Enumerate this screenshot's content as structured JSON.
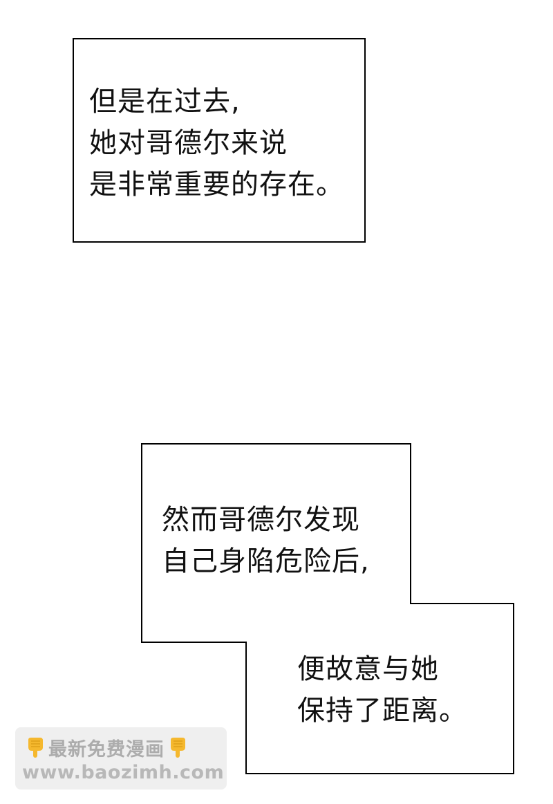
{
  "caption_1": {
    "line_1": "但是在过去,",
    "line_2": "她对哥德尔来说",
    "line_3": "是非常重要的存在。"
  },
  "caption_2": {
    "line_1": "然而哥德尔发现",
    "line_2": "自己身陷危险后,",
    "line_3": "便故意与她",
    "line_4": "保持了距离。"
  },
  "watermark": {
    "title": "最新免费漫画",
    "url": "www.baozimh.com",
    "icon": "pointing-down-hand-icon"
  },
  "colors": {
    "border": "#000000",
    "text": "#111111",
    "background": "#ffffff",
    "watermark_icon": "#f5b82e"
  }
}
